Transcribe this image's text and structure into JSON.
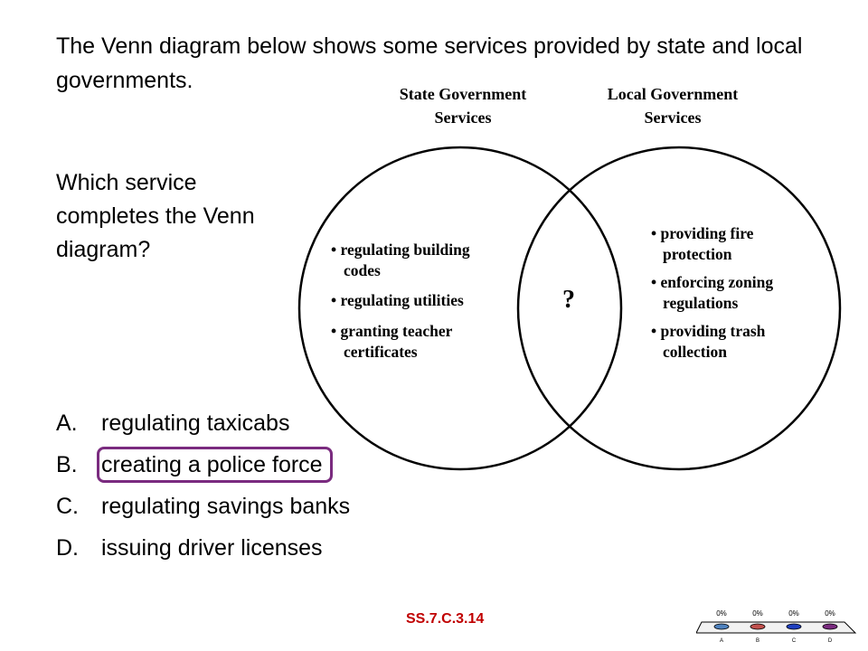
{
  "slide": {
    "intro": "The Venn diagram below shows some services provided by state and local governments.",
    "prompt": "Which service completes the Venn diagram?",
    "standard_code": "SS.7.C.3.14",
    "highlight_color": "#7a2b7f",
    "code_color": "#c00000"
  },
  "venn": {
    "left": {
      "title_line1": "State Government",
      "title_line2": "Services",
      "items": [
        {
          "line1": "• regulating building",
          "line2": "codes"
        },
        {
          "line1": "• regulating utilities",
          "line2": ""
        },
        {
          "line1": "• granting teacher",
          "line2": "certificates"
        }
      ]
    },
    "right": {
      "title_line1": "Local Government",
      "title_line2": "Services",
      "items": [
        {
          "line1": "• providing fire",
          "line2": "protection"
        },
        {
          "line1": "• enforcing zoning",
          "line2": "regulations"
        },
        {
          "line1": "• providing trash",
          "line2": "collection"
        }
      ]
    },
    "overlap": "?"
  },
  "answers": [
    {
      "letter": "A.",
      "text": "regulating taxicabs",
      "selected": false
    },
    {
      "letter": "B.",
      "text": "creating a police force",
      "selected": true
    },
    {
      "letter": "C.",
      "text": "regulating savings banks",
      "selected": false
    },
    {
      "letter": "D.",
      "text": "issuing driver licenses",
      "selected": false
    }
  ],
  "poll": {
    "options": [
      {
        "label": "A",
        "percent": "0%",
        "color": "#4f81bd"
      },
      {
        "label": "B",
        "percent": "0%",
        "color": "#c0504d"
      },
      {
        "label": "C",
        "percent": "0%",
        "color": "#1f3fbf"
      },
      {
        "label": "D",
        "percent": "0%",
        "color": "#7a2b7f"
      }
    ]
  }
}
